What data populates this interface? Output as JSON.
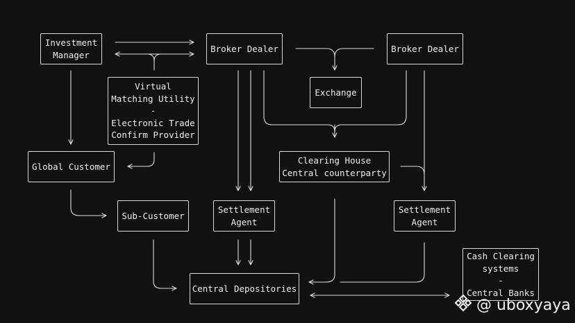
{
  "nodes": {
    "investment_manager": "Investment\nManager",
    "broker_dealer_left": "Broker Dealer",
    "broker_dealer_right": "Broker Dealer",
    "vmu": "Virtual\nMatching Utility\n-\nElectronic Trade\nConfirm Provider",
    "exchange": "Exchange",
    "global_customer": "Global Customer",
    "clearing_house": "Clearing House\nCentral counterparty",
    "sub_customer": "Sub-Customer",
    "settlement_agent_left": "Settlement\nAgent",
    "settlement_agent_right": "Settlement\nAgent",
    "central_depositories": "Central Depositories",
    "cash_clearing": "Cash Clearing\nsystems\n-\nCentral Banks"
  },
  "watermark": {
    "text": "@ uboxyaya",
    "icon": "binance-logo-icon"
  },
  "colors": {
    "background": "#111111",
    "stroke": "#e0e0e0",
    "text": "#eeeeee"
  }
}
